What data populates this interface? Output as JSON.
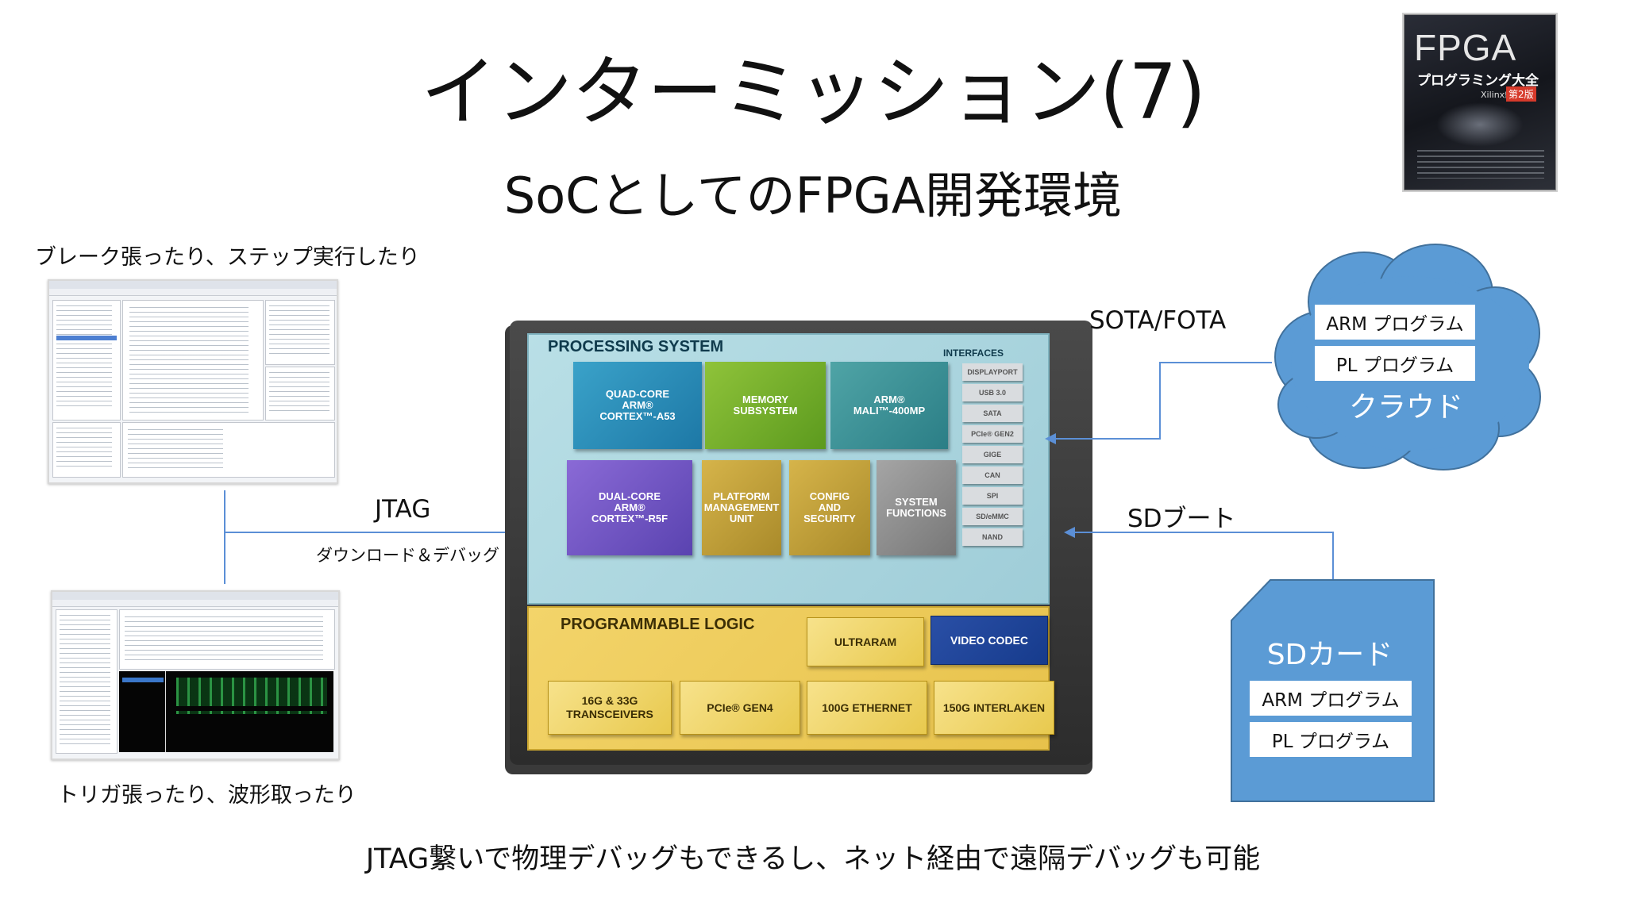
{
  "title": "インターミッション(7)",
  "subtitle": "SoCとしてのFPGA開発環境",
  "book": {
    "title": "FPGA",
    "subtitle": "プログラミング大全",
    "edition": "第2版",
    "vendor": "Xilinx編"
  },
  "left": {
    "caption_top": "ブレーク張ったり、ステップ実行したり",
    "caption_bottom": "トリガ張ったり、波形取ったり",
    "jtag_label": "JTAG",
    "jtag_sub": "ダウンロード＆デバッグ"
  },
  "chip": {
    "ps_label": "PROCESSING SYSTEM",
    "interfaces_label": "INTERFACES",
    "ps_blocks": [
      "QUAD-CORE\nARM®\nCORTEX™-A53",
      "MEMORY\nSUBSYSTEM",
      "ARM®\nMALI™-400MP",
      "DUAL-CORE\nARM®\nCORTEX™-R5F",
      "PLATFORM\nMANAGEMENT\nUNIT",
      "CONFIG\nAND\nSECURITY",
      "SYSTEM\nFUNCTIONS"
    ],
    "interfaces": [
      "DISPLAYPORT",
      "USB 3.0",
      "SATA",
      "PCIe® GEN2",
      "GIGE",
      "CAN",
      "SPI",
      "SD/eMMC",
      "NAND"
    ],
    "pl_label": "PROGRAMMABLE LOGIC",
    "pl_blocks": [
      "ULTRARAM",
      "VIDEO CODEC",
      "16G & 33G\nTRANSCEIVERS",
      "PCIe® GEN4",
      "100G ETHERNET",
      "150G INTERLAKEN"
    ]
  },
  "right": {
    "sota_label": "SOTA/FOTA",
    "cloud_label": "クラウド",
    "cloud_items": [
      "ARM プログラム",
      "PL プログラム"
    ],
    "sd_boot_label": "SDブート",
    "sdcard_label": "SDカード",
    "sdcard_items": [
      "ARM プログラム",
      "PL プログラム"
    ]
  },
  "footer": "JTAG繋いで物理デバッグもできるし、ネット経由で遠隔デバッグも可能",
  "colors": {
    "connector": "#5b8fd6",
    "cloud": "#5b9bd5",
    "sdcard": "#5b9bd5"
  }
}
